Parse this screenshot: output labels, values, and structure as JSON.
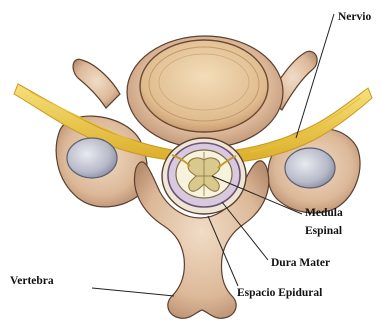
{
  "labels": {
    "nervio": "Nervio",
    "medula_line1": "Medula",
    "medula_line2": "Espinal",
    "dura_mater": "Dura Mater",
    "vertebra": "Vertebra",
    "espacio_epidural": "Espacio Epidural"
  },
  "colors": {
    "bone": "#e8cdb4",
    "bone_shadow": "#b98f70",
    "bone_outline": "#5a4030",
    "disc": "#e9c9a0",
    "disc_inner": "#e1bd90",
    "nerve": "#f2cf45",
    "nerve_edge": "#c79a20",
    "cartilage": "#c3c6d3",
    "cord": "#f6f2dc",
    "gray_matter": "#d8c888",
    "dura": "#bfa7c9",
    "line": "#222222"
  }
}
